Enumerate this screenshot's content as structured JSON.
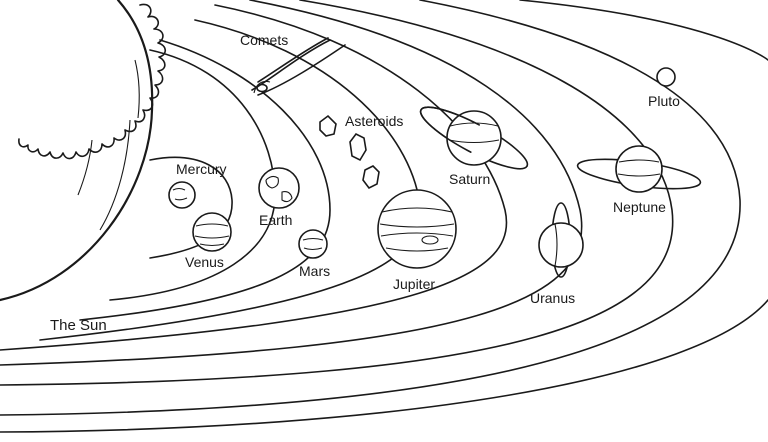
{
  "labels": {
    "sun": "The Sun",
    "mercury": "Mercury",
    "venus": "Venus",
    "earth": "Earth",
    "mars": "Mars",
    "asteroids": "Asteroids",
    "comets": "Comets",
    "jupiter": "Jupiter",
    "saturn": "Saturn",
    "uranus": "Uranus",
    "neptune": "Neptune",
    "pluto": "Pluto"
  }
}
